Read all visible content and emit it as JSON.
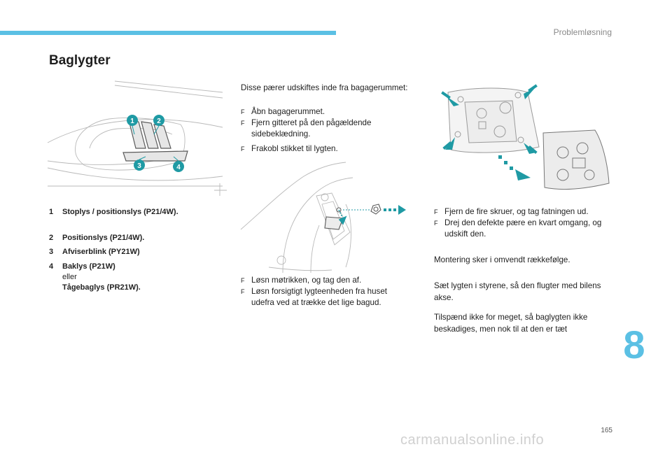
{
  "colors": {
    "accent": "#5bc0e4",
    "teal": "#1f9aa4",
    "tab": "#5bc0e4"
  },
  "header": {
    "chapter": "Problemløsning"
  },
  "title": "Baglygter",
  "intro": "Disse pærer udskiftes inde fra bagagerummet:",
  "steps1": [
    "Åbn bagagerummet.",
    "Fjern gitteret på den pågældende sidebeklædning."
  ],
  "steps1b": [
    "Frakobl stikket til lygten."
  ],
  "steps2": [
    "Løsn møtrikken, og tag den af.",
    "Løsn forsigtigt lygteenheden fra huset udefra ved at trække det lige bagud."
  ],
  "steps3": [
    "Fjern de fire skruer, og tag fatningen ud.",
    "Drej den defekte pære en kvart omgang, og udskift den."
  ],
  "note_mount": "Montering sker i omvendt rækkefølge.",
  "note_rails": "Sæt lygten i styrene, så den flugter med bilens akse.",
  "note_tight": "Tilspænd ikke for meget, så baglygten ikke beskadiges, men nok til at den er tæt",
  "bullet_symbol": "F",
  "legend": [
    {
      "num": "1",
      "label": "Stoplys / positionslys (P21/4W)."
    },
    {
      "num": "2",
      "label": "Positionslys (P21/4W)."
    },
    {
      "num": "3",
      "label": "Afviserblink (PY21W)"
    },
    {
      "num": "4",
      "label": "Baklys (P21W)",
      "or": "eller",
      "alt": "Tågebaglys (PR21W)."
    }
  ],
  "callouts": [
    "1",
    "2",
    "3",
    "4"
  ],
  "chapter_tab": "8",
  "page_number": "165",
  "watermark": "carmanualsonline.info"
}
